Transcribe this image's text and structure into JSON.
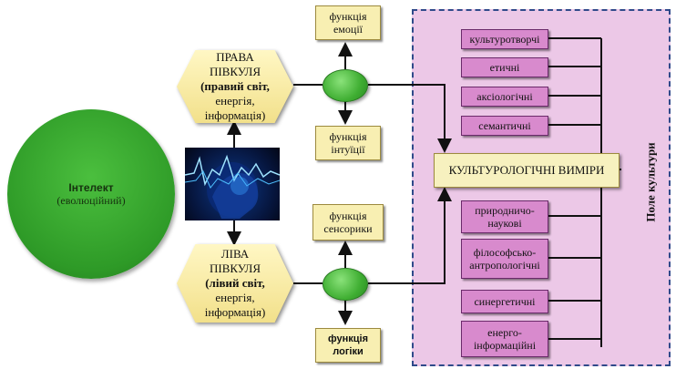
{
  "intellect": {
    "title": "Інтелект",
    "subtitle": "(еволюційний)"
  },
  "right_hemisphere": {
    "line1": "ПРАВА",
    "line2": "ПІВКУЛЯ",
    "line3_bold": "(правий світ,",
    "line4": "енергія,",
    "line5": "інформація)"
  },
  "left_hemisphere": {
    "line1": "ЛІВА",
    "line2": "ПІВКУЛЯ",
    "line3_bold": "(лівий світ,",
    "line4": "енергія,",
    "line5": "інформація)"
  },
  "functions": {
    "emotions": [
      "функція",
      "емоції"
    ],
    "intuition": [
      "функція",
      "інтуїції"
    ],
    "sensory": [
      "функція",
      "сенсорики"
    ],
    "logic": [
      "функція",
      "логіки"
    ]
  },
  "central": "КУЛЬТУРОЛОГІЧНІ ВИМІРИ",
  "field_label": "Поле культури",
  "dimensions_top": [
    "культуротворчі",
    "етичні",
    "аксіологічні",
    "семантичні"
  ],
  "dimensions_bottom": [
    [
      "природничо-",
      "наукові"
    ],
    [
      "філософсько-",
      "антропологічні"
    ],
    [
      "синергетичні"
    ],
    [
      "енерго-",
      "інформаційні"
    ]
  ],
  "colors": {
    "intellect_green": "#2e9a27",
    "hexagon_yellow": "#f2e08a",
    "function_box": "#f8efb2",
    "field_pink": "#ecc8e7",
    "dimension_box": "#d88acd",
    "field_border": "#2f4a8a"
  }
}
